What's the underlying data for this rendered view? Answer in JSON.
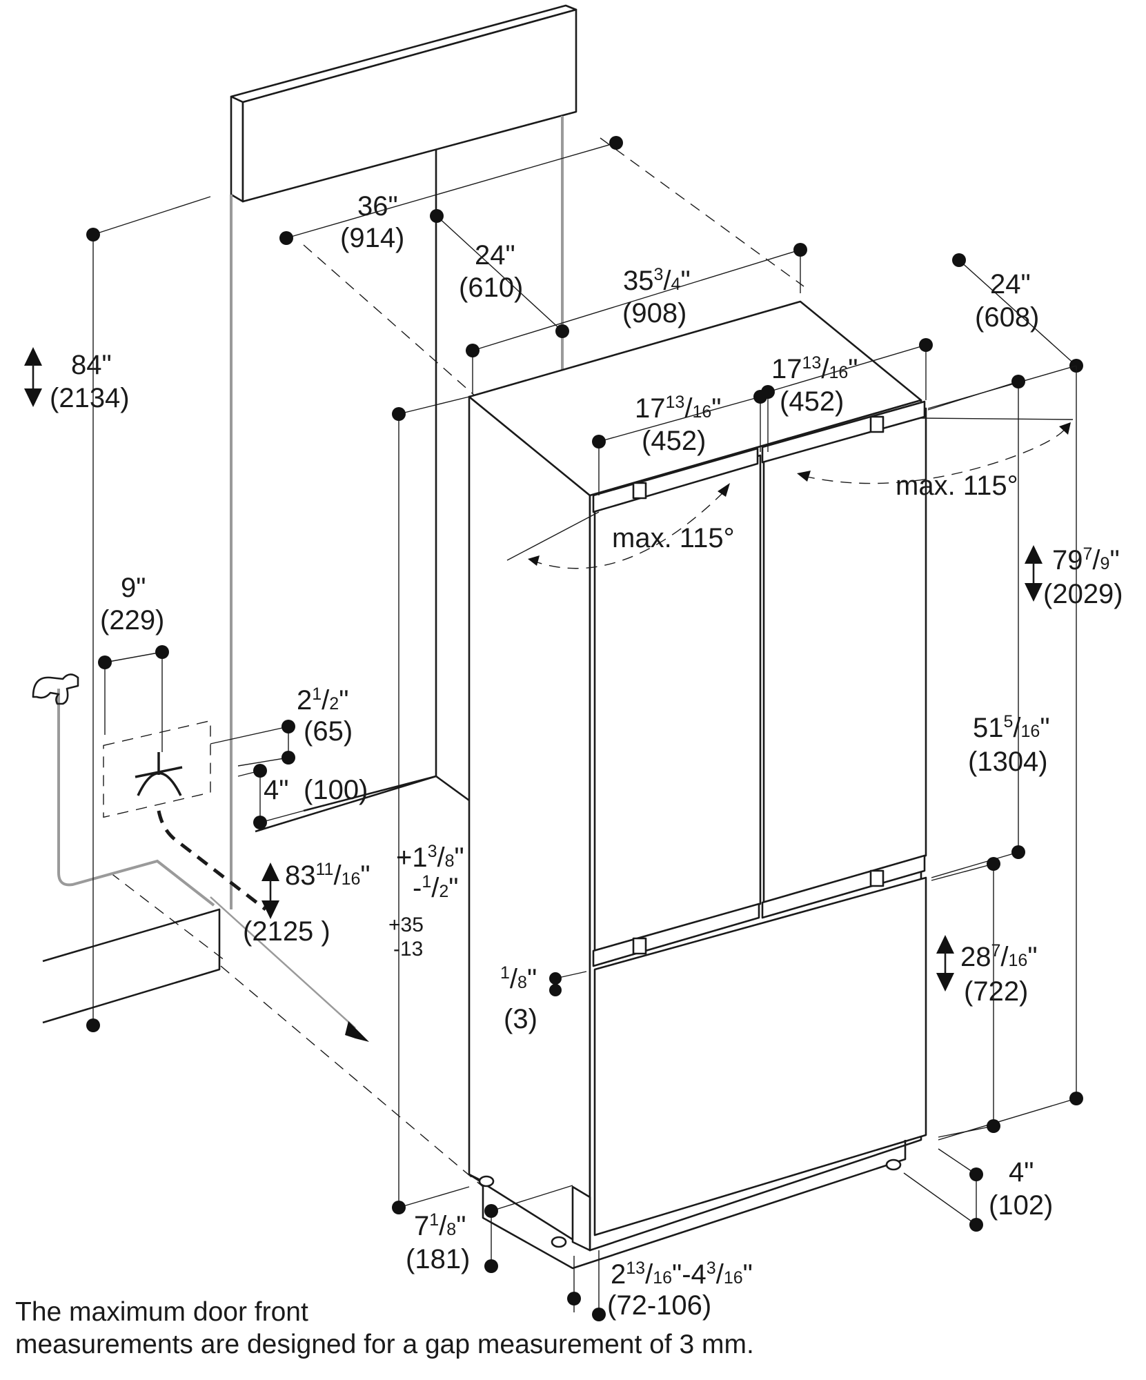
{
  "labels": {
    "niche_width": {
      "in": "36\"",
      "mm": "(914)"
    },
    "niche_depth": {
      "in": "24\"",
      "mm": "(610)"
    },
    "niche_height": {
      "in": "84\"",
      "mm": "(2134)"
    },
    "unit_width": {
      "whole": "35",
      "num": "3",
      "den": "4",
      "unit": "\"",
      "mm": "(908)"
    },
    "unit_depth": {
      "in": "24\"",
      "mm": "(608)"
    },
    "door_width_left": {
      "whole": "17",
      "num": "13",
      "den": "16",
      "unit": "\"",
      "mm": "(452)"
    },
    "door_width_right": {
      "whole": "17",
      "num": "13",
      "den": "16",
      "unit": "\"",
      "mm": "(452)"
    },
    "door_swing_left": "max. 115°",
    "door_swing_right": "max. 115°",
    "unit_height": {
      "whole": "79",
      "num": "7",
      "den": "9",
      "unit": "\"",
      "mm": "(2029)"
    },
    "upper_door_height": {
      "whole": "51",
      "num": "5",
      "den": "16",
      "unit": "\"",
      "mm": "(1304)"
    },
    "lower_door_height": {
      "whole": "28",
      "num": "7",
      "den": "16",
      "unit": "\"",
      "mm": "(722)"
    },
    "water_offset": {
      "in": "9\"",
      "mm": "(229)"
    },
    "water_box": {
      "whole": "2",
      "num": "1",
      "den": "2",
      "unit": "\"",
      "mm": "(65)"
    },
    "water_height": {
      "in": "4\"",
      "mm": "(100)"
    },
    "install_height": {
      "whole": "83",
      "num": "11",
      "den": "16",
      "unit": "\"",
      "mm": "(2125 )"
    },
    "tolerance_in": {
      "plus_whole": "+1",
      "plus_num": "3",
      "plus_den": "8",
      "unit": "\"",
      "minus_prefix": "-",
      "minus_num": "1",
      "minus_den": "2"
    },
    "tolerance_mm": {
      "plus": "+35",
      "minus": "-13"
    },
    "door_gap": {
      "num": "1",
      "den": "8",
      "unit": "\"",
      "mm": "(3)"
    },
    "toe_kick_depth": {
      "in": "4\"",
      "mm": "(102)"
    },
    "side_setback": {
      "whole": "7",
      "num": "1",
      "den": "8",
      "unit": "\"",
      "mm": "(181)"
    },
    "toe_kick_height": {
      "w1": "2",
      "n1": "13",
      "d1": "16",
      "u1": "\"",
      "sep": "-4",
      "n2": "3",
      "d2": "16",
      "u2": "\"",
      "mm": "(72-106)"
    }
  },
  "note": {
    "line1": "The maximum door front",
    "line2": "measurements are designed for a gap measurement of 3 mm."
  }
}
